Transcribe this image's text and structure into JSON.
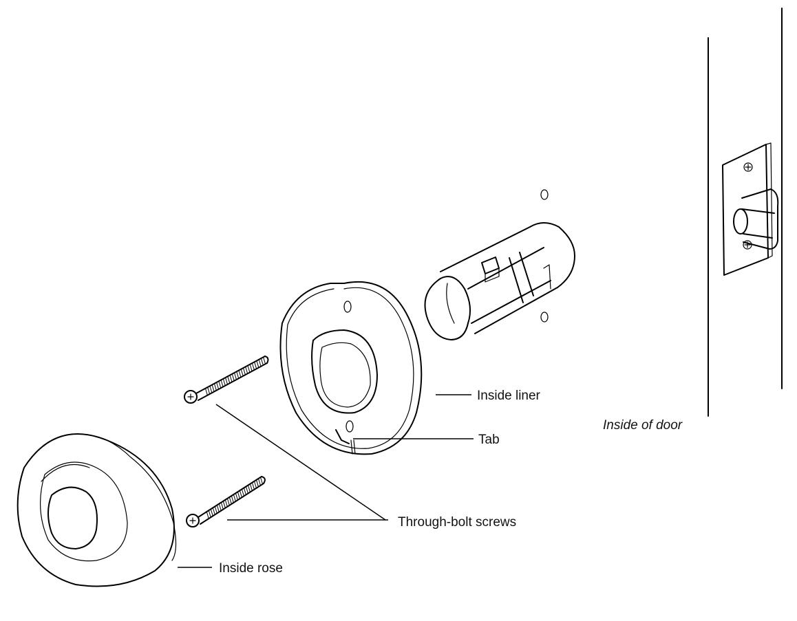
{
  "labels": {
    "inside_liner": "Inside liner",
    "tab": "Tab",
    "through_bolt_screws": "Through-bolt screws",
    "inside_rose": "Inside rose",
    "inside_of_door": "Inside of door"
  }
}
